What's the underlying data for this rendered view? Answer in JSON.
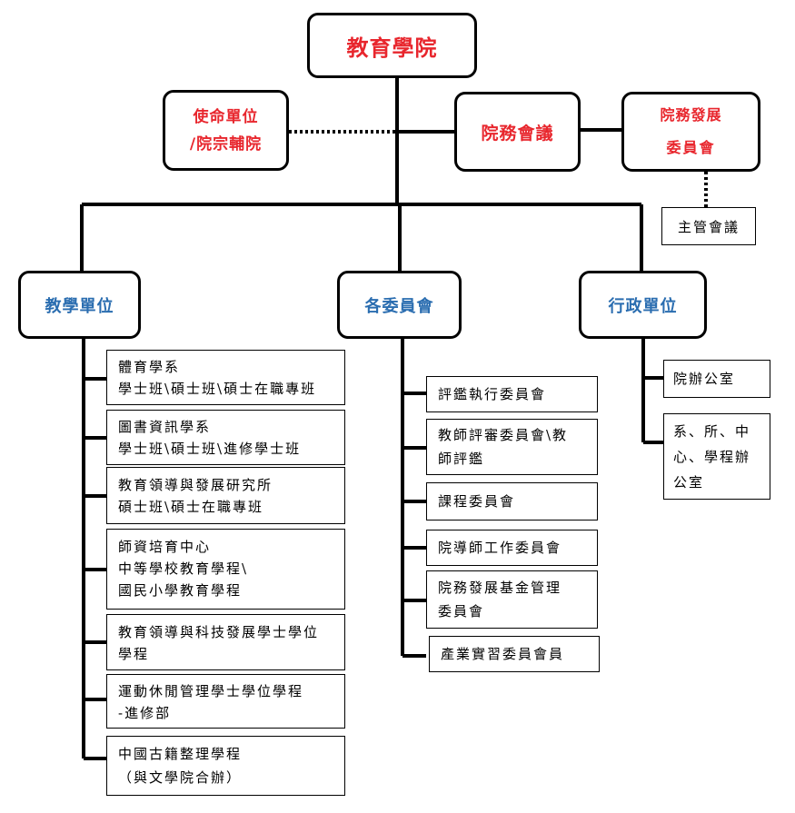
{
  "top": {
    "title": "教育學院"
  },
  "mission": {
    "line1": "使命單位",
    "line2": "/院宗輔院"
  },
  "council": {
    "label": "院務會議"
  },
  "dev_committee": {
    "line1": "院務發展",
    "line2": "委員會"
  },
  "supervisor_meeting": {
    "label": "主管會議"
  },
  "branches": {
    "teaching": "教學單位",
    "committees": "各委員會",
    "admin": "行政單位"
  },
  "teaching_units": [
    {
      "lines": [
        "體育學系",
        "學士班\\碩士班\\碩士在職專班"
      ]
    },
    {
      "lines": [
        "圖書資訊學系",
        "學士班\\碩士班\\進修學士班"
      ]
    },
    {
      "lines": [
        "教育領導與發展研究所",
        "碩士班\\碩士在職專班"
      ]
    },
    {
      "lines": [
        "師資培育中心",
        "中等學校教育學程\\",
        "國民小學教育學程"
      ]
    },
    {
      "lines": [
        "教育領導與科技發展學士學位",
        "學程"
      ]
    },
    {
      "lines": [
        "運動休閒管理學士學位學程",
        "-進修部"
      ]
    },
    {
      "lines": [
        "中國古籍整理學程",
        "（與文學院合辦）"
      ]
    }
  ],
  "committees": [
    {
      "lines": [
        "評鑑執行委員會"
      ]
    },
    {
      "lines": [
        "教師評審委員會\\教",
        "師評鑑"
      ]
    },
    {
      "lines": [
        "課程委員會"
      ]
    },
    {
      "lines": [
        "院導師工作委員會"
      ]
    },
    {
      "lines": [
        "院務發展基金管理",
        "委員會"
      ]
    },
    {
      "lines": [
        "產業實習委員會員"
      ]
    }
  ],
  "admin_units": [
    {
      "lines": [
        "院辦公室"
      ]
    },
    {
      "lines": [
        "系、所、中",
        "心、學程辦",
        "公室"
      ]
    }
  ]
}
